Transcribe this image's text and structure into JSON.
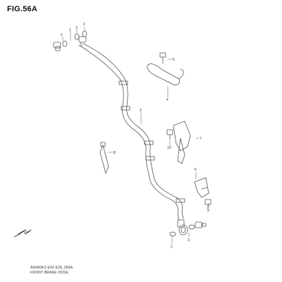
{
  "figure": {
    "title": "FIG.56A",
    "caption_code": "AN400K3 E03 E28_056A",
    "caption_name": "FRONT BRAKE HOSE"
  },
  "callouts": [
    {
      "id": "c1",
      "text": "1"
    },
    {
      "id": "c2",
      "text": "2"
    },
    {
      "id": "c3",
      "text": "3"
    },
    {
      "id": "c4",
      "text": "4"
    },
    {
      "id": "c5",
      "text": "5"
    },
    {
      "id": "c6",
      "text": "6"
    },
    {
      "id": "c7",
      "text": "7"
    },
    {
      "id": "c8",
      "text": "8"
    },
    {
      "id": "c9",
      "text": "9"
    },
    {
      "id": "c10",
      "text": "10"
    },
    {
      "id": "c11",
      "text": "2"
    },
    {
      "id": "c12",
      "text": "3"
    }
  ],
  "colors": {
    "line": "#555555",
    "text": "#333333",
    "background": "#ffffff"
  }
}
